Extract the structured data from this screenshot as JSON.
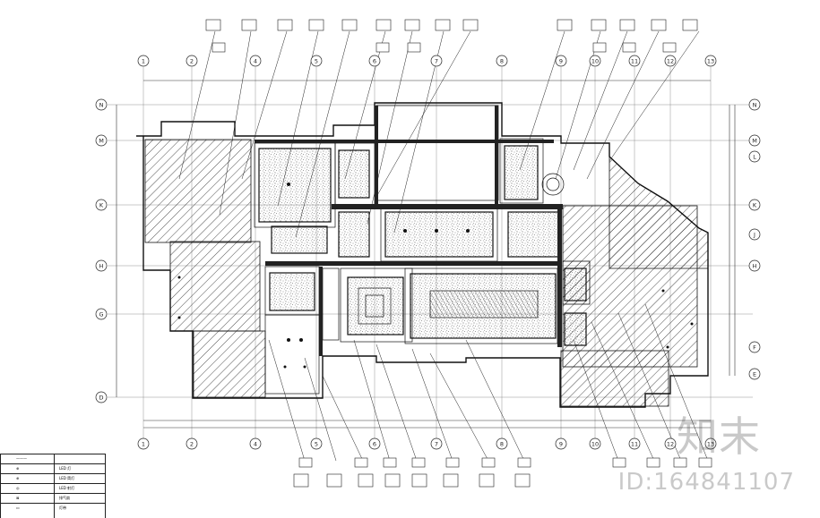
{
  "grid": {
    "top_axes": [
      "1",
      "2",
      "4",
      "5",
      "6",
      "7",
      "8",
      "9",
      "10",
      "11",
      "12",
      "13"
    ],
    "bottom_axes": [
      "1",
      "2",
      "4",
      "5",
      "6",
      "7",
      "8",
      "9",
      "10",
      "11",
      "12",
      "13"
    ],
    "left_axes": [
      "N",
      "M",
      "K",
      "H",
      "G",
      "D"
    ],
    "right_axes": [
      "N",
      "M",
      "L",
      "K",
      "J",
      "H",
      "F",
      "E"
    ]
  },
  "legend": {
    "rows": [
      {
        "symbol": "———",
        "text": ""
      },
      {
        "symbol": "⊕",
        "text": "LED 灯"
      },
      {
        "symbol": "⊕",
        "text": "LED 筒灯"
      },
      {
        "symbol": "◎",
        "text": "LED 射灯"
      },
      {
        "symbol": "⊠",
        "text": "排气扇"
      },
      {
        "symbol": "▭",
        "text": "灯带"
      }
    ]
  },
  "watermark": {
    "logo": "知末",
    "id": "ID:164841107"
  },
  "colors": {
    "ink": "#1a1a1a",
    "watermark": "#7a7a7a"
  }
}
